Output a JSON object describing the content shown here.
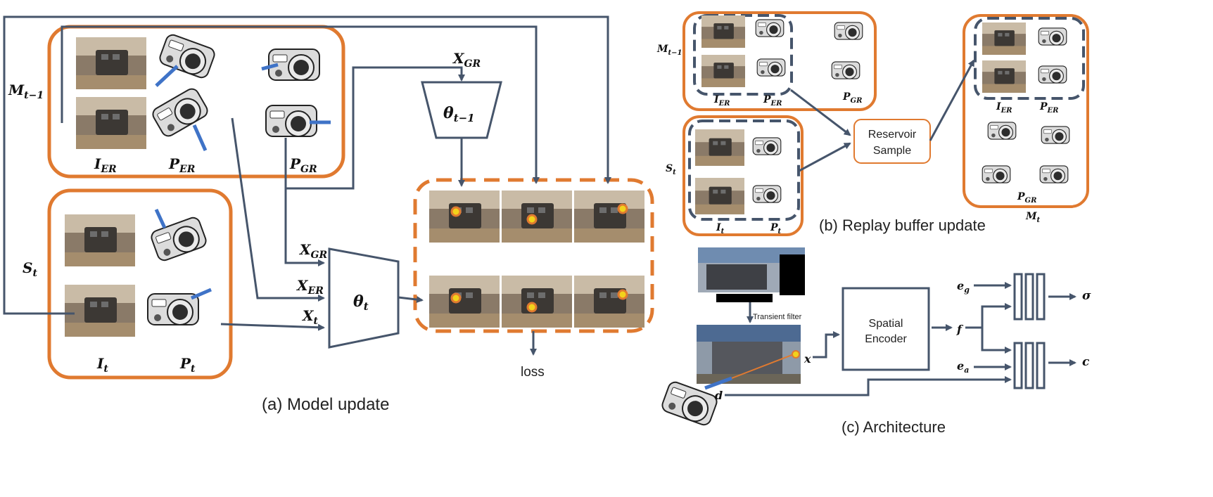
{
  "panels": {
    "a": {
      "caption": "(a) Model update",
      "m_prev": "M",
      "m_prev_sub": "t−1",
      "s_t": "S",
      "s_t_sub": "t",
      "i_er": "I",
      "i_er_sub": "ER",
      "p_er": "P",
      "p_er_sub": "ER",
      "p_gr": "P",
      "p_gr_sub": "GR",
      "i_t": "I",
      "i_t_sub": "t",
      "p_t": "P",
      "p_t_sub": "t",
      "x_gr_top": "X",
      "x_gr_top_sub": "GR",
      "theta_prev": "θ",
      "theta_prev_sub": "t−1",
      "x_gr": "X",
      "x_gr_sub": "GR",
      "x_er": "X",
      "x_er_sub": "ER",
      "x_t": "X",
      "x_t_sub": "t",
      "theta_t": "θ",
      "theta_t_sub": "t",
      "loss": "loss"
    },
    "b": {
      "caption": "(b) Replay buffer update",
      "m_prev": "M",
      "m_prev_sub": "t−1",
      "i_er": "I",
      "i_er_sub": "ER",
      "p_er": "P",
      "p_er_sub": "ER",
      "p_gr": "P",
      "p_gr_sub": "GR",
      "s_t": "S",
      "s_t_sub": "t",
      "i_t": "I",
      "i_t_sub": "t",
      "p_t": "P",
      "p_t_sub": "t",
      "reservoir_line1": "Reservoir",
      "reservoir_line2": "Sample",
      "out_i_er": "I",
      "out_i_er_sub": "ER",
      "out_p_er": "P",
      "out_p_er_sub": "ER",
      "out_p_gr": "P",
      "out_p_gr_sub": "GR",
      "m_t": "M",
      "m_t_sub": "t"
    },
    "c": {
      "caption": "(c) Architecture",
      "transient_filter": "Transient filter",
      "encoder_line1": "Spatial",
      "encoder_line2": "Encoder",
      "x": "x",
      "d": "d",
      "f": "f",
      "e_g": "e",
      "e_g_sub": "g",
      "e_a": "e",
      "e_a_sub": "a",
      "sigma": "σ",
      "c": "c"
    }
  },
  "colors": {
    "orange": "#e07a30",
    "navy": "#46556b",
    "blue_arrow": "#3f73c7",
    "point_yellow": "#f2d21b"
  }
}
